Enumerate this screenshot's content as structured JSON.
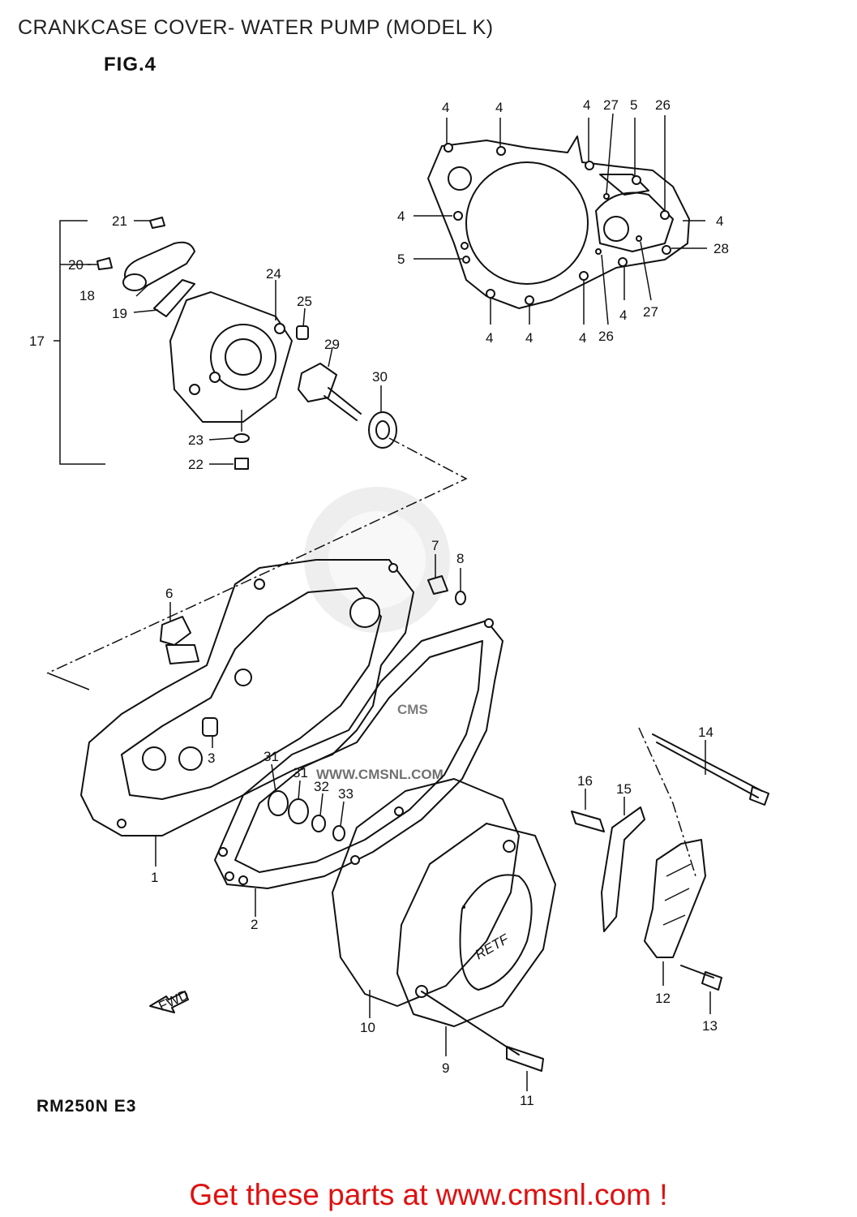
{
  "header": {
    "title": "CRANKCASE COVER- WATER PUMP (MODEL K)",
    "figure": "FIG.4"
  },
  "model_code": "RM250N E3",
  "watermark": {
    "brand": "CMS",
    "site": "WWW.CMSNL.COM"
  },
  "fwd_label": "FWD",
  "cover_emblem": "RETF",
  "footer": {
    "text": "Get these parts at www.cmsnl.com !",
    "color": "#e01010"
  },
  "part_callouts": [
    "4",
    "4",
    "4",
    "27",
    "5",
    "26",
    "4",
    "5",
    "4",
    "28",
    "4",
    "4",
    "4",
    "26",
    "4",
    "27",
    "21",
    "20",
    "18",
    "19",
    "17",
    "24",
    "25",
    "29",
    "30",
    "23",
    "22",
    "7",
    "8",
    "6",
    "3",
    "31",
    "31",
    "32",
    "33",
    "1",
    "2",
    "16",
    "15",
    "14",
    "12",
    "13",
    "10",
    "9",
    "11"
  ]
}
